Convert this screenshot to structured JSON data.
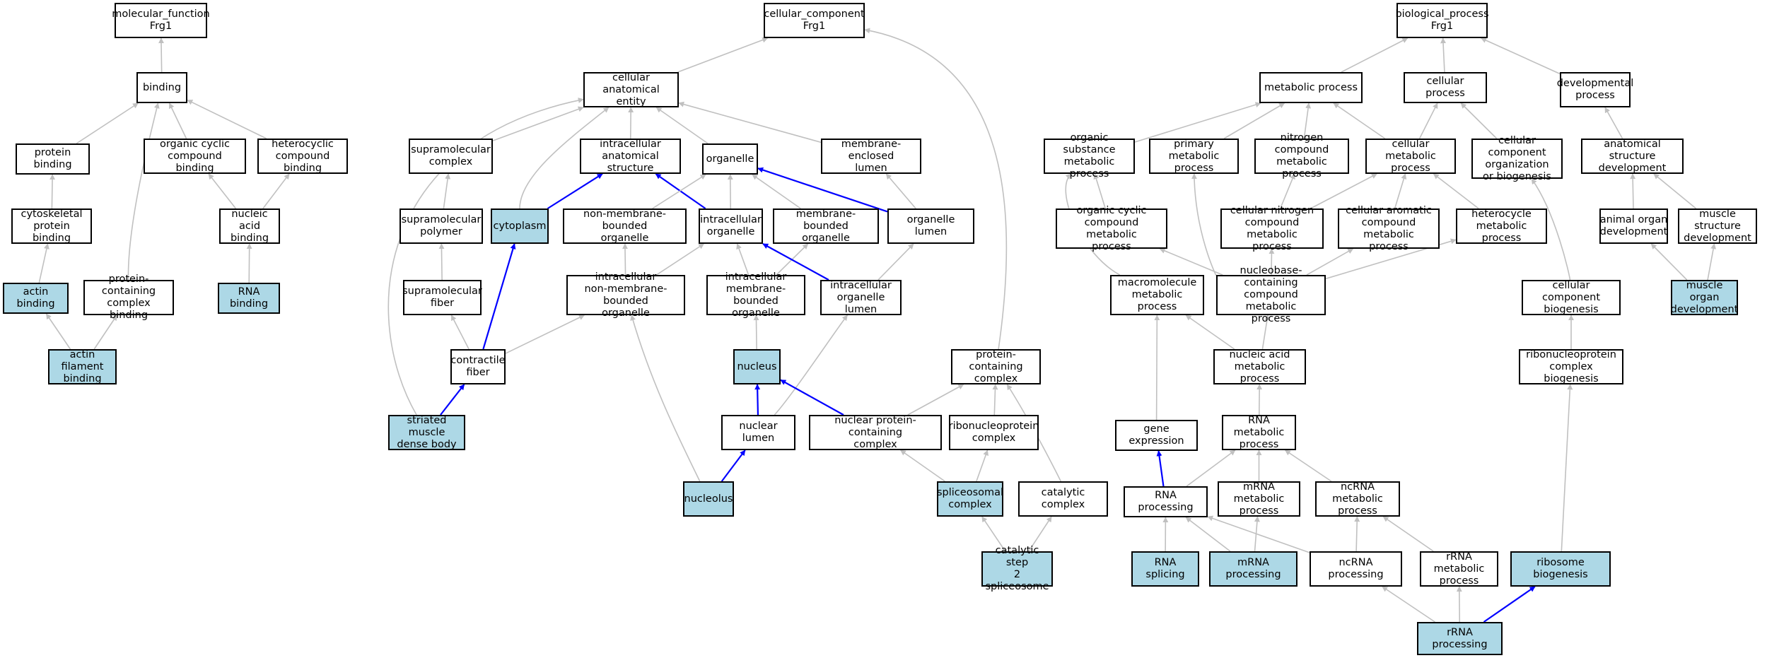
{
  "style": {
    "highlight_fill": "#add8e6",
    "path_edge_color": "#0000ff",
    "edge_color": "#c0c0c0"
  },
  "nodes": {
    "mf": {
      "label": "molecular_function\nFrg1",
      "hl": false
    },
    "binding": {
      "label": "binding",
      "hl": false
    },
    "protein_binding": {
      "label": "protein binding",
      "hl": false
    },
    "organic_cyclic_binding": {
      "label": "organic cyclic\ncompound binding",
      "hl": false
    },
    "heterocyclic_binding": {
      "label": "heterocyclic\ncompound binding",
      "hl": false
    },
    "cytoskeletal_binding": {
      "label": "cytoskeletal\nprotein binding",
      "hl": false
    },
    "nucleic_acid_binding": {
      "label": "nucleic acid\nbinding",
      "hl": false
    },
    "actin_binding": {
      "label": "actin binding",
      "hl": true
    },
    "protein_complex_binding": {
      "label": "protein-containing\ncomplex binding",
      "hl": false
    },
    "rna_binding": {
      "label": "RNA binding",
      "hl": true
    },
    "actin_filament_binding": {
      "label": "actin filament\nbinding",
      "hl": true
    },
    "cc": {
      "label": "cellular_component\nFrg1",
      "hl": false
    },
    "cae": {
      "label": "cellular anatomical\nentity",
      "hl": false
    },
    "supramolecular_complex": {
      "label": "supramolecular\ncomplex",
      "hl": false
    },
    "intracellular_anat": {
      "label": "intracellular\nanatomical structure",
      "hl": false
    },
    "organelle": {
      "label": "organelle",
      "hl": false
    },
    "membrane_enclosed_lumen": {
      "label": "membrane-enclosed\nlumen",
      "hl": false
    },
    "supramolecular_polymer": {
      "label": "supramolecular\npolymer",
      "hl": false
    },
    "cytoplasm": {
      "label": "cytoplasm",
      "hl": true
    },
    "non_membrane_organelle": {
      "label": "non-membrane-bounded\norganelle",
      "hl": false
    },
    "intracellular_organelle": {
      "label": "intracellular\norganelle",
      "hl": false
    },
    "membrane_bounded_organelle": {
      "label": "membrane-bounded\norganelle",
      "hl": false
    },
    "organelle_lumen": {
      "label": "organelle lumen",
      "hl": false
    },
    "supramolecular_fiber": {
      "label": "supramolecular\nfiber",
      "hl": false
    },
    "intra_non_membrane_organelle": {
      "label": "intracellular\nnon-membrane-bounded\norganelle",
      "hl": false
    },
    "intra_membrane_organelle": {
      "label": "intracellular\nmembrane-bounded\norganelle",
      "hl": false
    },
    "intra_organelle_lumen": {
      "label": "intracellular\norganelle lumen",
      "hl": false
    },
    "contractile_fiber": {
      "label": "contractile\nfiber",
      "hl": false
    },
    "nucleus": {
      "label": "nucleus",
      "hl": true
    },
    "protein_complex": {
      "label": "protein-containing\ncomplex",
      "hl": false
    },
    "striated_dense_body": {
      "label": "striated muscle\ndense body",
      "hl": true
    },
    "nuclear_lumen": {
      "label": "nuclear lumen",
      "hl": false
    },
    "nuclear_protein_complex": {
      "label": "nuclear protein-containing\ncomplex",
      "hl": false
    },
    "ribonucleoprotein_complex": {
      "label": "ribonucleoprotein\ncomplex",
      "hl": false
    },
    "nucleolus": {
      "label": "nucleolus",
      "hl": true
    },
    "spliceosomal_complex": {
      "label": "spliceosomal\ncomplex",
      "hl": true
    },
    "catalytic_complex": {
      "label": "catalytic complex",
      "hl": false
    },
    "catalytic_step2": {
      "label": "catalytic step\n2 spliceosome",
      "hl": true
    },
    "bp": {
      "label": "biological_process\nFrg1",
      "hl": false
    },
    "metabolic_process": {
      "label": "metabolic process",
      "hl": false
    },
    "cellular_process": {
      "label": "cellular process",
      "hl": false
    },
    "developmental_process": {
      "label": "developmental\nprocess",
      "hl": false
    },
    "organic_substance_mp": {
      "label": "organic substance\nmetabolic process",
      "hl": false
    },
    "primary_mp": {
      "label": "primary metabolic\nprocess",
      "hl": false
    },
    "nitrogen_compound_mp": {
      "label": "nitrogen compound\nmetabolic process",
      "hl": false
    },
    "cellular_mp": {
      "label": "cellular metabolic\nprocess",
      "hl": false
    },
    "cc_org_biogenesis": {
      "label": "cellular component\norganization\nor biogenesis",
      "hl": false
    },
    "anatomical_dev": {
      "label": "anatomical structure\ndevelopment",
      "hl": false
    },
    "organic_cyclic_mp": {
      "label": "organic cyclic\ncompound metabolic\nprocess",
      "hl": false
    },
    "cellular_nitrogen_mp": {
      "label": "cellular nitrogen\ncompound metabolic\nprocess",
      "hl": false
    },
    "cellular_aromatic_mp": {
      "label": "cellular aromatic\ncompound metabolic\nprocess",
      "hl": false
    },
    "heterocycle_mp": {
      "label": "heterocycle\nmetabolic process",
      "hl": false
    },
    "animal_organ_dev": {
      "label": "animal organ\ndevelopment",
      "hl": false
    },
    "muscle_structure_dev": {
      "label": "muscle structure\ndevelopment",
      "hl": false
    },
    "macromolecule_mp": {
      "label": "macromolecule\nmetabolic process",
      "hl": false
    },
    "nucleobase_mp": {
      "label": "nucleobase-containing\ncompound metabolic\nprocess",
      "hl": false
    },
    "cc_biogenesis": {
      "label": "cellular component\nbiogenesis",
      "hl": false
    },
    "muscle_organ_dev": {
      "label": "muscle organ\ndevelopment",
      "hl": true
    },
    "nucleic_acid_mp": {
      "label": "nucleic acid\nmetabolic process",
      "hl": false
    },
    "rnp_biogenesis": {
      "label": "ribonucleoprotein\ncomplex biogenesis",
      "hl": false
    },
    "gene_expression": {
      "label": "gene expression",
      "hl": false
    },
    "rna_mp": {
      "label": "RNA metabolic\nprocess",
      "hl": false
    },
    "rna_processing": {
      "label": "RNA processing",
      "hl": false
    },
    "mrna_mp": {
      "label": "mRNA metabolic\nprocess",
      "hl": false
    },
    "ncrna_mp": {
      "label": "ncRNA metabolic\nprocess",
      "hl": false
    },
    "rna_splicing": {
      "label": "RNA splicing",
      "hl": true
    },
    "mrna_processing": {
      "label": "mRNA processing",
      "hl": true
    },
    "ncrna_processing": {
      "label": "ncRNA processing",
      "hl": false
    },
    "rrna_mp": {
      "label": "rRNA metabolic\nprocess",
      "hl": false
    },
    "ribosome_biogenesis": {
      "label": "ribosome biogenesis",
      "hl": true
    },
    "rrna_processing": {
      "label": "rRNA processing",
      "hl": true
    }
  },
  "edges": [
    {
      "from": "binding",
      "to": "mf",
      "path": false
    },
    {
      "from": "protein_binding",
      "to": "binding",
      "path": false
    },
    {
      "from": "organic_cyclic_binding",
      "to": "binding",
      "path": false
    },
    {
      "from": "heterocyclic_binding",
      "to": "binding",
      "path": false
    },
    {
      "from": "protein_complex_binding",
      "to": "binding",
      "path": false
    },
    {
      "from": "cytoskeletal_binding",
      "to": "protein_binding",
      "path": false
    },
    {
      "from": "nucleic_acid_binding",
      "to": "organic_cyclic_binding",
      "path": false
    },
    {
      "from": "nucleic_acid_binding",
      "to": "heterocyclic_binding",
      "path": false
    },
    {
      "from": "actin_binding",
      "to": "cytoskeletal_binding",
      "path": false
    },
    {
      "from": "rna_binding",
      "to": "nucleic_acid_binding",
      "path": false
    },
    {
      "from": "actin_filament_binding",
      "to": "actin_binding",
      "path": false
    },
    {
      "from": "actin_filament_binding",
      "to": "protein_complex_binding",
      "path": false
    },
    {
      "from": "cae",
      "to": "cc",
      "path": false
    },
    {
      "from": "protein_complex",
      "to": "cc",
      "path": false
    },
    {
      "from": "supramolecular_complex",
      "to": "cae",
      "path": false
    },
    {
      "from": "intracellular_anat",
      "to": "cae",
      "path": false
    },
    {
      "from": "organelle",
      "to": "cae",
      "path": false
    },
    {
      "from": "membrane_enclosed_lumen",
      "to": "cae",
      "path": false
    },
    {
      "from": "cytoplasm",
      "to": "cae",
      "path": false
    },
    {
      "from": "striated_dense_body",
      "to": "cae",
      "path": false
    },
    {
      "from": "supramolecular_polymer",
      "to": "supramolecular_complex",
      "path": false
    },
    {
      "from": "supramolecular_fiber",
      "to": "supramolecular_polymer",
      "path": false
    },
    {
      "from": "contractile_fiber",
      "to": "supramolecular_fiber",
      "path": false
    },
    {
      "from": "contractile_fiber",
      "to": "intra_non_membrane_organelle",
      "path": false
    },
    {
      "from": "cytoplasm",
      "to": "intracellular_anat",
      "path": true
    },
    {
      "from": "intracellular_organelle",
      "to": "intracellular_anat",
      "path": true
    },
    {
      "from": "non_membrane_organelle",
      "to": "organelle",
      "path": false
    },
    {
      "from": "intracellular_organelle",
      "to": "organelle",
      "path": false
    },
    {
      "from": "membrane_bounded_organelle",
      "to": "organelle",
      "path": false
    },
    {
      "from": "organelle_lumen",
      "to": "organelle",
      "path": true
    },
    {
      "from": "organelle_lumen",
      "to": "membrane_enclosed_lumen",
      "path": false
    },
    {
      "from": "intra_non_membrane_organelle",
      "to": "non_membrane_organelle",
      "path": false
    },
    {
      "from": "intra_non_membrane_organelle",
      "to": "intracellular_organelle",
      "path": false
    },
    {
      "from": "intra_membrane_organelle",
      "to": "intracellular_organelle",
      "path": false
    },
    {
      "from": "intra_membrane_organelle",
      "to": "membrane_bounded_organelle",
      "path": false
    },
    {
      "from": "intra_organelle_lumen",
      "to": "intracellular_organelle",
      "path": true
    },
    {
      "from": "intra_organelle_lumen",
      "to": "organelle_lumen",
      "path": false
    },
    {
      "from": "contractile_fiber",
      "to": "cytoplasm",
      "path": true
    },
    {
      "from": "striated_dense_body",
      "to": "contractile_fiber",
      "path": true
    },
    {
      "from": "nucleus",
      "to": "intra_membrane_organelle",
      "path": false
    },
    {
      "from": "nuclear_lumen",
      "to": "nucleus",
      "path": true
    },
    {
      "from": "nuclear_lumen",
      "to": "intra_organelle_lumen",
      "path": false
    },
    {
      "from": "nuclear_protein_complex",
      "to": "nucleus",
      "path": true
    },
    {
      "from": "nuclear_protein_complex",
      "to": "protein_complex",
      "path": false
    },
    {
      "from": "ribonucleoprotein_complex",
      "to": "protein_complex",
      "path": false
    },
    {
      "from": "catalytic_complex",
      "to": "protein_complex",
      "path": false
    },
    {
      "from": "nucleolus",
      "to": "nuclear_lumen",
      "path": true
    },
    {
      "from": "nucleolus",
      "to": "intra_non_membrane_organelle",
      "path": false
    },
    {
      "from": "spliceosomal_complex",
      "to": "nuclear_protein_complex",
      "path": false
    },
    {
      "from": "spliceosomal_complex",
      "to": "ribonucleoprotein_complex",
      "path": false
    },
    {
      "from": "catalytic_step2",
      "to": "spliceosomal_complex",
      "path": false
    },
    {
      "from": "catalytic_step2",
      "to": "catalytic_complex",
      "path": false
    },
    {
      "from": "metabolic_process",
      "to": "bp",
      "path": false
    },
    {
      "from": "cellular_process",
      "to": "bp",
      "path": false
    },
    {
      "from": "developmental_process",
      "to": "bp",
      "path": false
    },
    {
      "from": "organic_substance_mp",
      "to": "metabolic_process",
      "path": false
    },
    {
      "from": "primary_mp",
      "to": "metabolic_process",
      "path": false
    },
    {
      "from": "nitrogen_compound_mp",
      "to": "metabolic_process",
      "path": false
    },
    {
      "from": "cellular_mp",
      "to": "metabolic_process",
      "path": false
    },
    {
      "from": "cellular_mp",
      "to": "cellular_process",
      "path": false
    },
    {
      "from": "cc_org_biogenesis",
      "to": "cellular_process",
      "path": false
    },
    {
      "from": "anatomical_dev",
      "to": "developmental_process",
      "path": false
    },
    {
      "from": "organic_cyclic_mp",
      "to": "organic_substance_mp",
      "path": false
    },
    {
      "from": "macromolecule_mp",
      "to": "organic_substance_mp",
      "path": false
    },
    {
      "from": "cellular_nitrogen_mp",
      "to": "nitrogen_compound_mp",
      "path": false
    },
    {
      "from": "cellular_nitrogen_mp",
      "to": "cellular_mp",
      "path": false
    },
    {
      "from": "cellular_aromatic_mp",
      "to": "cellular_mp",
      "path": false
    },
    {
      "from": "heterocycle_mp",
      "to": "cellular_mp",
      "path": false
    },
    {
      "from": "nucleobase_mp",
      "to": "organic_cyclic_mp",
      "path": false
    },
    {
      "from": "nucleobase_mp",
      "to": "cellular_nitrogen_mp",
      "path": false
    },
    {
      "from": "nucleobase_mp",
      "to": "cellular_aromatic_mp",
      "path": false
    },
    {
      "from": "nucleobase_mp",
      "to": "heterocycle_mp",
      "path": false
    },
    {
      "from": "nucleobase_mp",
      "to": "primary_mp",
      "path": false
    },
    {
      "from": "animal_organ_dev",
      "to": "anatomical_dev",
      "path": false
    },
    {
      "from": "muscle_structure_dev",
      "to": "anatomical_dev",
      "path": false
    },
    {
      "from": "muscle_organ_dev",
      "to": "animal_organ_dev",
      "path": false
    },
    {
      "from": "muscle_organ_dev",
      "to": "muscle_structure_dev",
      "path": false
    },
    {
      "from": "cc_biogenesis",
      "to": "cc_org_biogenesis",
      "path": false
    },
    {
      "from": "rnp_biogenesis",
      "to": "cc_biogenesis",
      "path": false
    },
    {
      "from": "nucleic_acid_mp",
      "to": "macromolecule_mp",
      "path": false
    },
    {
      "from": "nucleic_acid_mp",
      "to": "nucleobase_mp",
      "path": false
    },
    {
      "from": "gene_expression",
      "to": "macromolecule_mp",
      "path": false
    },
    {
      "from": "rna_mp",
      "to": "nucleic_acid_mp",
      "path": false
    },
    {
      "from": "rna_processing",
      "to": "gene_expression",
      "path": true
    },
    {
      "from": "rna_processing",
      "to": "rna_mp",
      "path": false
    },
    {
      "from": "mrna_mp",
      "to": "rna_mp",
      "path": false
    },
    {
      "from": "ncrna_mp",
      "to": "rna_mp",
      "path": false
    },
    {
      "from": "rna_splicing",
      "to": "rna_processing",
      "path": false
    },
    {
      "from": "mrna_processing",
      "to": "rna_processing",
      "path": false
    },
    {
      "from": "mrna_processing",
      "to": "mrna_mp",
      "path": false
    },
    {
      "from": "ncrna_processing",
      "to": "rna_processing",
      "path": false
    },
    {
      "from": "ncrna_processing",
      "to": "ncrna_mp",
      "path": false
    },
    {
      "from": "rrna_mp",
      "to": "ncrna_mp",
      "path": false
    },
    {
      "from": "ribosome_biogenesis",
      "to": "rnp_biogenesis",
      "path": false
    },
    {
      "from": "rrna_processing",
      "to": "ncrna_processing",
      "path": false
    },
    {
      "from": "rrna_processing",
      "to": "rrna_mp",
      "path": false
    },
    {
      "from": "rrna_processing",
      "to": "ribosome_biogenesis",
      "path": true
    }
  ]
}
